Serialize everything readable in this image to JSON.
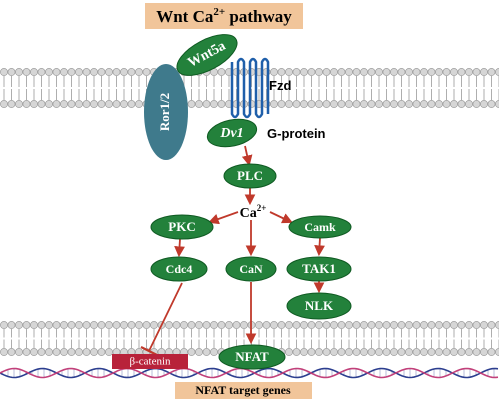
{
  "title": {
    "prefix": "Wnt Ca",
    "sup": "2+",
    "suffix": " pathway"
  },
  "nodes": {
    "wnt5a": "Wnt5a",
    "ror": "Ror1/2",
    "dv1": "Dv1",
    "fzd": "Fzd",
    "gprotein": "G-protein",
    "plc": "PLC",
    "ca": {
      "base": "Ca",
      "sup": "2+"
    },
    "pkc": "PKC",
    "camk": "Camk",
    "cdc4": "Cdc4",
    "can": "CaN",
    "tak1": "TAK1",
    "nlk": "NLK",
    "nfat": "NFAT",
    "bcatenin": "β-catenin",
    "target": "NFAT target genes"
  },
  "colors": {
    "title_bg": "#f1c59a",
    "node_green": "#23813b",
    "node_stroke": "#0f5a22",
    "ror_blue": "#3f7a8c",
    "receptor_blue": "#1f5faa",
    "arrow_red": "#c0392b",
    "bcatenin_bg": "#b8223a",
    "membrane_head": "#d6d6d6",
    "dna_blue": "#2c3e8f",
    "dna_pink": "#c2407a"
  }
}
